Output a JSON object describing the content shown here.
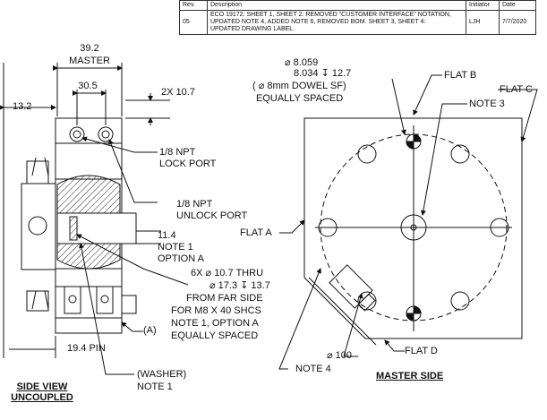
{
  "revision_table": {
    "headers": [
      "Rev.",
      "Description",
      "Initiator",
      "Date"
    ],
    "rows": [
      {
        "rev": "05",
        "description_line1": "ECO 19172: SHEET 1, SHEET 2: REMOVED \"CUSTOMER INTERFACE\" NOTATION,",
        "description_line2": "UPDATED NOTE 4, ADDED NOTE 6, REMOVED BOM. SHEET 3, SHEET 4:",
        "description_line3": "UPDATED DRAWING LABEL.",
        "initiator": "LJH",
        "date": "7/7/2020"
      }
    ]
  },
  "side_view": {
    "dim_master": "39.2",
    "dim_master_label": "MASTER",
    "dim_305": "30.5",
    "dim_132": "13.2",
    "dim_2x": "2X 10.7",
    "port_lock_1": "1/8 NPT",
    "port_lock_2": "LOCK PORT",
    "port_unlock_1": "1/8 NPT",
    "port_unlock_2": "UNLOCK PORT",
    "dim_114": "11.4",
    "note1_a": "NOTE 1",
    "note1_b": "OPTION A",
    "hole_1": "6X ⌀ 10.7 THRU",
    "hole_2": "⌀ 17.3 ↧ 13.7",
    "hole_3": "FROM FAR SIDE",
    "hole_4": "FOR M8 X 40 SHCS",
    "hole_5": "NOTE 1, OPTION A",
    "hole_6": "EQUALLY SPACED",
    "label_a": "(A)",
    "dim_pin": "19.4 PIN",
    "washer_1": "(WASHER)",
    "washer_2": "NOTE 1",
    "title_1": "SIDE VIEW",
    "title_2": "UNCOUPLED"
  },
  "master_view": {
    "dowel_top": "⌀ 8.059",
    "dowel_bottom": "8.034 ↧ 12.7",
    "dowel_note_1": "( ⌀ 8mm DOWEL SF)",
    "dowel_note_2": "EQUALLY SPACED",
    "flat_b": "FLAT B",
    "flat_c": "FLAT C",
    "note_3": "NOTE 3",
    "flat_a": "FLAT A",
    "dia_100": "⌀ 100",
    "flat_d": "FLAT D",
    "note_4": "NOTE 4",
    "title": "MASTER SIDE"
  },
  "colors": {
    "line": "#111111",
    "hatch": "#222222"
  }
}
